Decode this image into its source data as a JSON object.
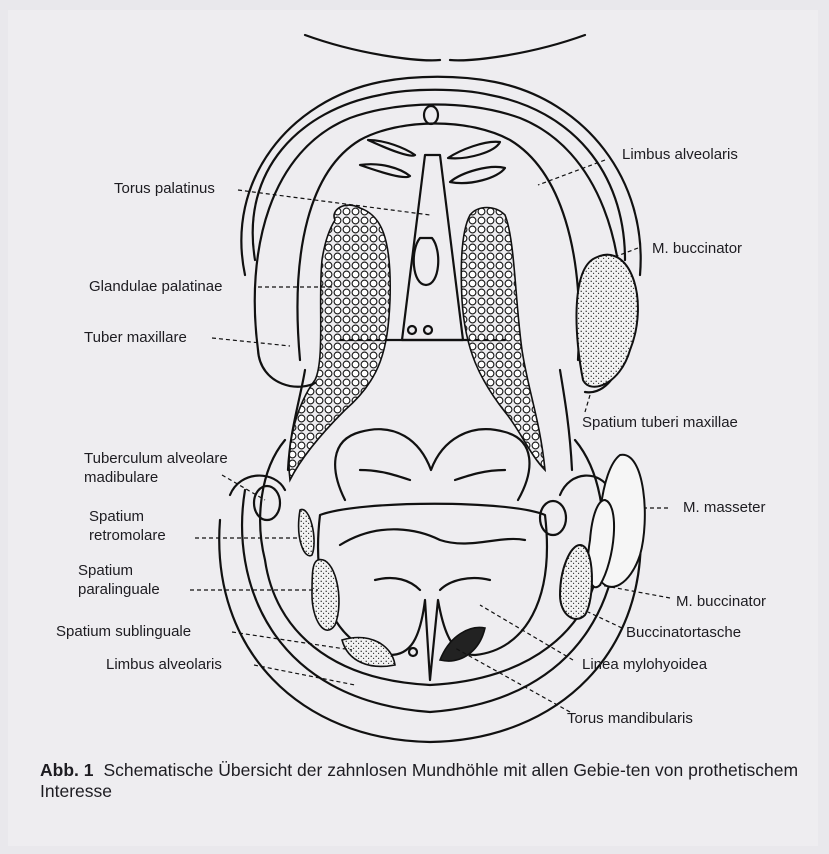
{
  "labels": {
    "torus_palatinus": "Torus palatinus",
    "glandulae_palatinae": "Glandulae palatinae",
    "tuber_maxillare": "Tuber maxillare",
    "tuberculum_line1": "Tuberculum alveolare",
    "tuberculum_line2": "madibulare",
    "spatium_retro_line1": "Spatium",
    "spatium_retro_line2": "retromolare",
    "spatium_para_line1": "Spatium",
    "spatium_para_line2": "paralinguale",
    "spatium_sublinguale": "Spatium sublinguale",
    "limbus_alveolaris_lower": "Limbus alveolaris",
    "limbus_alveolaris_upper": "Limbus alveolaris",
    "m_buccinator_upper": "M. buccinator",
    "spatium_tuberi_maxillae": "Spatium tuberi maxillae",
    "m_masseter": "M. masseter",
    "m_buccinator_lower": "M. buccinator",
    "buccinatortasche": "Buccinatortasche",
    "linea_mylohyoidea": "Linea mylohyoidea",
    "torus_mandibularis": "Torus mandibularis"
  },
  "caption": {
    "figure_number": "Abb. 1",
    "text": "Schematische Übersicht der zahnlosen Mundhöhle mit allen Gebie-ten von prothetischem Interesse"
  }
}
